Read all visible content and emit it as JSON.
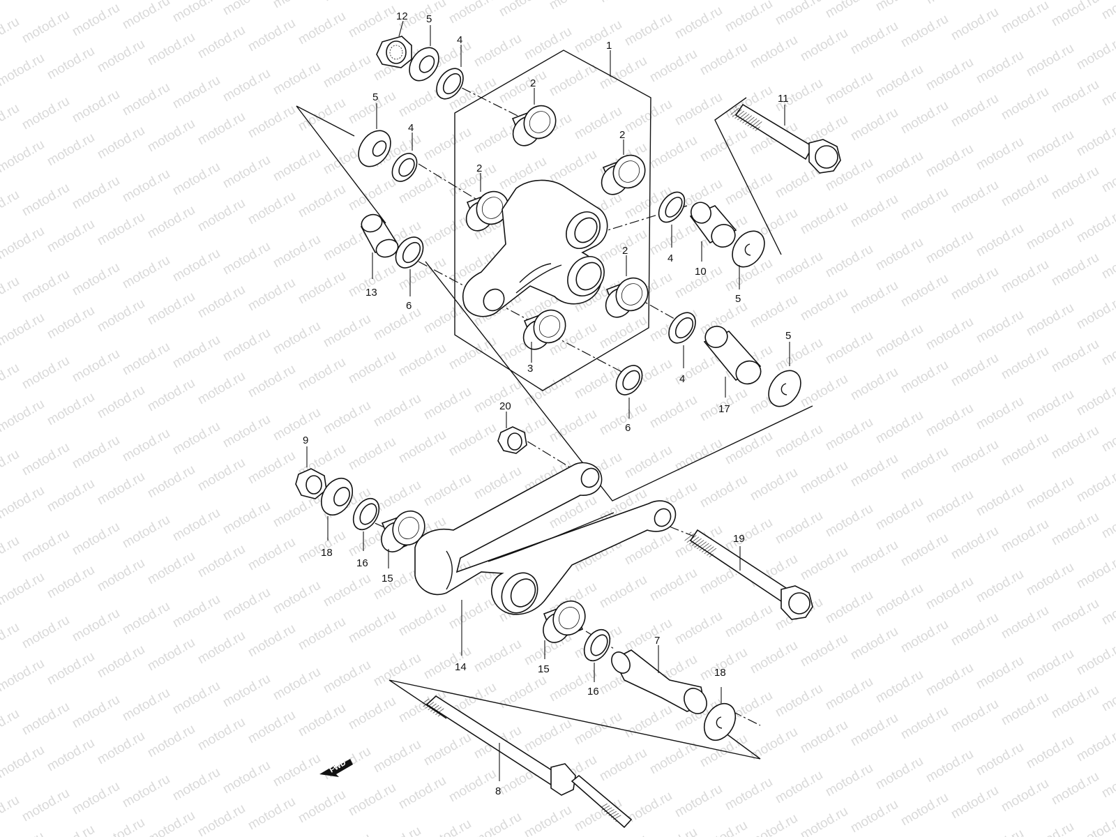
{
  "watermark": {
    "text": "motod.ru"
  },
  "fwd_label": "FWD",
  "callouts": [
    {
      "id": "c1",
      "label": "1"
    },
    {
      "id": "c2a",
      "label": "2"
    },
    {
      "id": "c2b",
      "label": "2"
    },
    {
      "id": "c2c",
      "label": "2"
    },
    {
      "id": "c2d",
      "label": "2"
    },
    {
      "id": "c3",
      "label": "3"
    },
    {
      "id": "c4a",
      "label": "4"
    },
    {
      "id": "c4b",
      "label": "4"
    },
    {
      "id": "c4c",
      "label": "4"
    },
    {
      "id": "c4d",
      "label": "4"
    },
    {
      "id": "c5a",
      "label": "5"
    },
    {
      "id": "c5b",
      "label": "5"
    },
    {
      "id": "c5c",
      "label": "5"
    },
    {
      "id": "c5d",
      "label": "5"
    },
    {
      "id": "c6a",
      "label": "6"
    },
    {
      "id": "c6b",
      "label": "6"
    },
    {
      "id": "c7",
      "label": "7"
    },
    {
      "id": "c8",
      "label": "8"
    },
    {
      "id": "c9",
      "label": "9"
    },
    {
      "id": "c10",
      "label": "10"
    },
    {
      "id": "c11",
      "label": "11"
    },
    {
      "id": "c12",
      "label": "12"
    },
    {
      "id": "c13",
      "label": "13"
    },
    {
      "id": "c14",
      "label": "14"
    },
    {
      "id": "c15a",
      "label": "15"
    },
    {
      "id": "c15b",
      "label": "15"
    },
    {
      "id": "c16a",
      "label": "16"
    },
    {
      "id": "c16b",
      "label": "16"
    },
    {
      "id": "c17",
      "label": "17"
    },
    {
      "id": "c18a",
      "label": "18"
    },
    {
      "id": "c18b",
      "label": "18"
    },
    {
      "id": "c19",
      "label": "19"
    },
    {
      "id": "c20",
      "label": "20"
    }
  ]
}
